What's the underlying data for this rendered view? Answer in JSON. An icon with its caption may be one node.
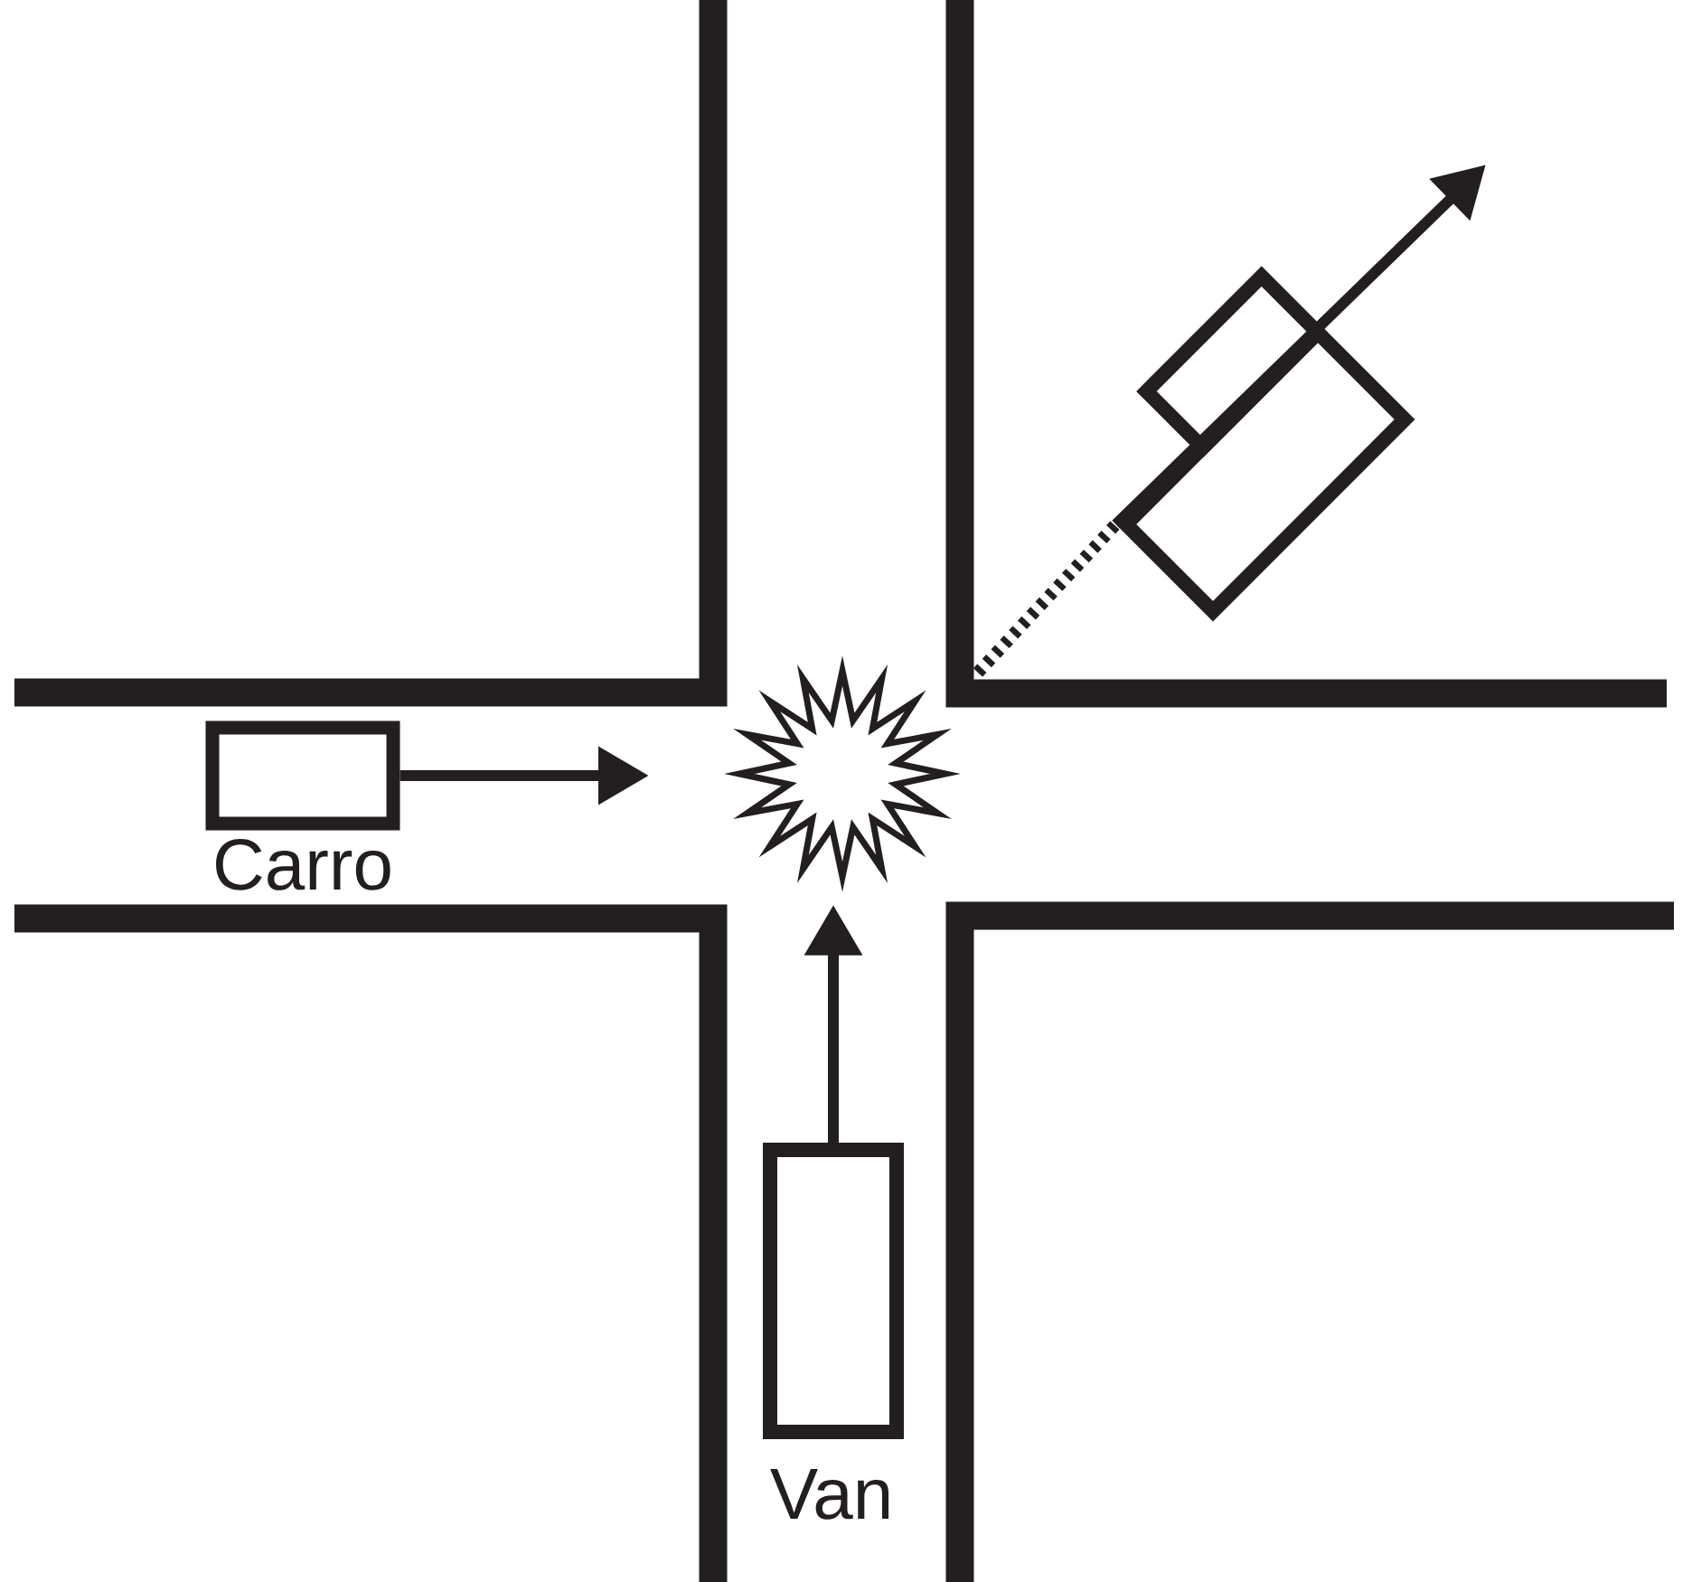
{
  "diagram": {
    "nodes": [
      {
        "text": [],
        "shape": "box",
        "beside": [
          "Carro"
        ]
      },
      {
        "text": [],
        "shape": "box",
        "beside": [
          "Van"
        ]
      },
      {
        "text": [],
        "shape": "star"
      },
      {
        "text": [],
        "shape": "box"
      },
      {
        "text": [],
        "shape": "box"
      }
    ],
    "edges": [
      {
        "from": 0,
        "to": null,
        "arrow": "to"
      },
      {
        "from": 1,
        "to": 2,
        "arrow": "to"
      },
      {
        "from": 4,
        "to": null,
        "arrow": "to"
      },
      {
        "from": null,
        "to": 4,
        "arrow": "none",
        "style": "dashed"
      }
    ]
  }
}
